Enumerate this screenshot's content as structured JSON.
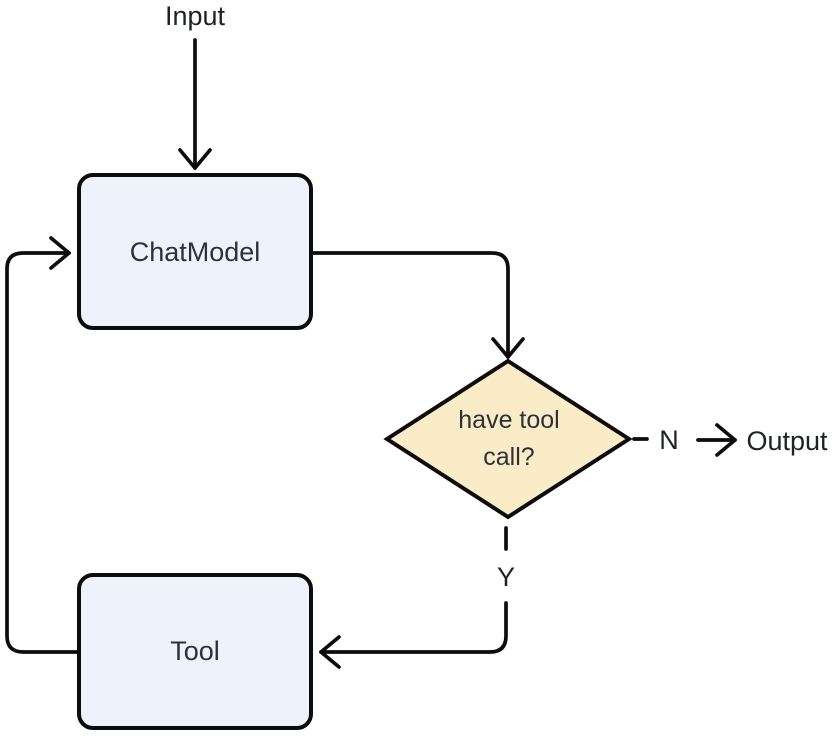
{
  "diagram": {
    "colors": {
      "background": "#ffffff",
      "line": "#0d0d0d",
      "node_fill": "#edf2fb",
      "node_border": "#0d0d0d",
      "decision_fill": "#f9ecc6",
      "node_text": "#2c313a",
      "label_text": "#1e2126"
    },
    "nodes": {
      "chat_model": {
        "label": "ChatModel"
      },
      "tool": {
        "label": "Tool"
      },
      "decision": {
        "label_line1": "have tool",
        "label_line2": "call?"
      }
    },
    "labels": {
      "input": "Input",
      "output": "Output",
      "no": "N",
      "yes": "Y"
    }
  }
}
